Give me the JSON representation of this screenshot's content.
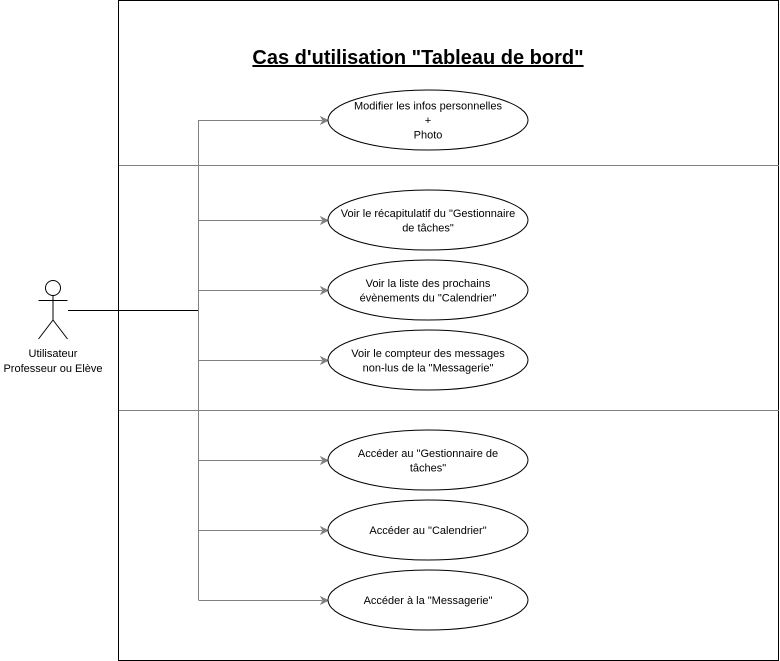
{
  "diagram": {
    "title": "Cas d'utilisation \"Tableau de bord\"",
    "actor": {
      "label_line1": "Utilisateur",
      "label_line2": "Professeur ou Elève"
    },
    "use_cases": [
      {
        "lines": [
          "Modifier les infos personnelles",
          "+",
          "Photo"
        ]
      },
      {
        "lines": [
          "Voir le récapitulatif du \"Gestionnaire",
          "de tâches\""
        ]
      },
      {
        "lines": [
          "Voir la liste des prochains",
          "évènements du \"Calendrier\""
        ]
      },
      {
        "lines": [
          "Voir le compteur des messages",
          "non-lus de la \"Messagerie\""
        ]
      },
      {
        "lines": [
          "Accéder au \"Gestionnaire de",
          "tâches\""
        ]
      },
      {
        "lines": [
          "Accéder au \"Calendrier\""
        ]
      },
      {
        "lines": [
          "Accéder à la \"Messagerie\""
        ]
      }
    ]
  }
}
